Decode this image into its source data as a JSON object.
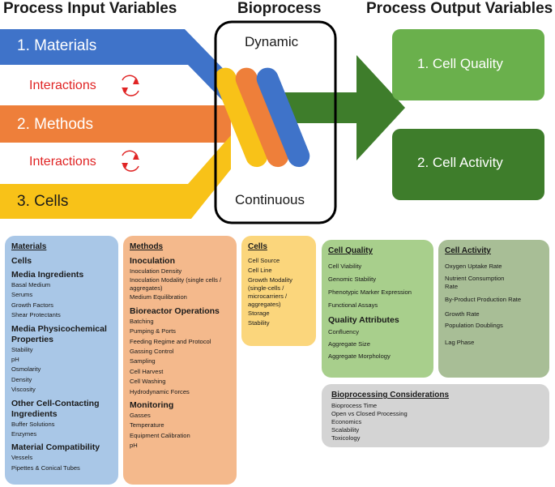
{
  "headers": {
    "inputs": "Process Input Variables",
    "bioprocess": "Bioprocess",
    "outputs": "Process Output Variables"
  },
  "flow": {
    "materials": "1. Materials",
    "methods": "2. Methods",
    "cells": "3. Cells",
    "interactions_1": "Interactions",
    "interactions_2": "Interactions",
    "dynamic": "Dynamic",
    "continuous": "Continuous",
    "cell_quality": "1. Cell Quality",
    "cell_activity": "2. Cell Activity"
  },
  "colors": {
    "materials": "#3f73c9",
    "methods": "#ee7f3a",
    "cells": "#f8c218",
    "output_light": "#6ab04c",
    "output_dark": "#3e7d2b",
    "interactions": "#e02424"
  },
  "materials_box": {
    "title": "Materials",
    "cells": "Cells",
    "media_ingredients": "Media Ingredients",
    "media_items": [
      "Basal Medium",
      "Serums",
      "Growth Factors",
      "Shear Protectants"
    ],
    "physchem": "Media Physicochemical Properties",
    "physchem_items": [
      "Stability",
      "pH",
      "Osmolarity",
      "Density",
      "Viscosity"
    ],
    "contacting": "Other Cell-Contacting Ingredients",
    "contacting_items": [
      "Buffer Solutions",
      "Enzymes"
    ],
    "compat": "Material Compatibility",
    "compat_items": [
      "Vessels",
      "Pipettes & Conical Tubes"
    ]
  },
  "methods_box": {
    "title": "Methods",
    "inoculation": "Inoculation",
    "inoculation_items": [
      "Inoculation Density",
      "Inoculation Modality (single cells / aggregates)",
      "Medium Equilibration"
    ],
    "bioreactor": "Bioreactor Operations",
    "bioreactor_items": [
      "Batching",
      "Pumping & Ports",
      "Feeding Regime and Protocol",
      "Gassing Control",
      "Sampling",
      "Cell Harvest",
      "Cell Washing",
      "Hydrodynamic Forces"
    ],
    "monitoring": "Monitoring",
    "monitoring_items": [
      "Gasses",
      "Temperature",
      "Equipment Calibration",
      "pH"
    ]
  },
  "cells_box": {
    "title": "Cells",
    "items": [
      "Cell Source",
      "Cell Line",
      "Growth Modality (single-cells / microcarriers / aggregates)",
      "Storage",
      "Stability"
    ]
  },
  "quality_box": {
    "title": "Cell Quality",
    "items": [
      "Cell Viability",
      "Genomic Stability",
      "Phenotypic Marker Expression",
      "Functional Assays"
    ],
    "attributes": "Quality Attributes",
    "attribute_items": [
      "Confluency",
      "Aggregate Size",
      "Aggregate Morphology"
    ]
  },
  "activity_box": {
    "title": "Cell Activity",
    "items": [
      "Oxygen Uptake Rate",
      "Nutrient Consumption Rate",
      "By-Product Production Rate",
      "Growth Rate",
      "Population Doublings",
      "Lag Phase"
    ]
  },
  "considerations_box": {
    "title": "Bioprocessing Considerations",
    "items": [
      "Bioprocess Time",
      "Open vs Closed Processing",
      "Economics",
      "Scalability",
      "Toxicology"
    ]
  }
}
